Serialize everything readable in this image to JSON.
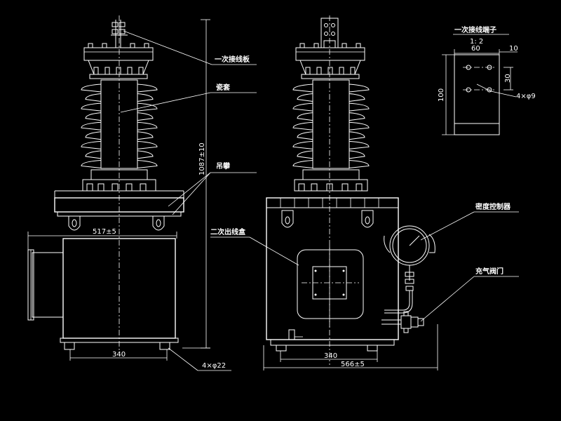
{
  "labels": {
    "primary_terminal_plate": "一次接线板",
    "porcelain_bushing": "瓷套",
    "lifting_lug": "吊攀",
    "secondary_outlet_box": "二次出线盒",
    "density_controller": "密度控制器",
    "charging_valve": "充气阀门",
    "primary_terminal": "一次接线端子"
  },
  "dimensions": {
    "front_width": "517±5",
    "front_base": "340",
    "front_height": "1087±10",
    "foot_holes": "4×φ22",
    "side_base": "340",
    "side_width": "566±5",
    "detail_scale": "1: 2",
    "detail_width": "60",
    "detail_edge": "10",
    "detail_spacing": "30",
    "detail_height": "100",
    "detail_holes": "4×φ9"
  },
  "colors": {
    "background": "#000000",
    "line": "#ffffff"
  }
}
